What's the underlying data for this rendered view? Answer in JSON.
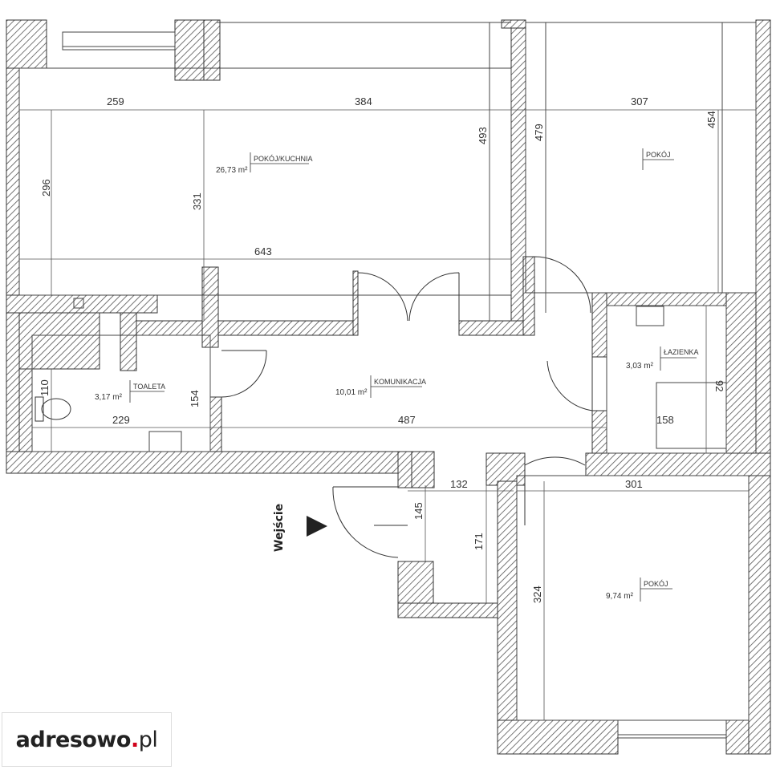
{
  "rooms": [
    {
      "id": "pokoj-kuchnia",
      "name": "POKÓJ/KUCHNIA",
      "area": "26,73 m²"
    },
    {
      "id": "pokoj-top",
      "name": "POKÓJ",
      "area": ""
    },
    {
      "id": "toaleta",
      "name": "TOALETA",
      "area": "3,17 m²"
    },
    {
      "id": "komunikacja",
      "name": "KOMUNIKACJA",
      "area": "10,01 m²"
    },
    {
      "id": "lazienka",
      "name": "ŁAZIENKA",
      "area": "3,03 m²"
    },
    {
      "id": "pokoj-bottom",
      "name": "POKÓJ",
      "area": "9,74 m²"
    }
  ],
  "dimensions": {
    "d259": "259",
    "d384": "384",
    "d307": "307",
    "d493": "493",
    "d479": "479",
    "d454": "454",
    "d296": "296",
    "d331": "331",
    "d643": "643",
    "d110": "110",
    "d154": "154",
    "d229": "229",
    "d487": "487",
    "d92": "92",
    "d158": "158",
    "d132": "132",
    "d145": "145",
    "d171": "171",
    "d301": "301",
    "d324": "324"
  },
  "entrance_label": "Wejście",
  "logo": {
    "name": "adresowo",
    "dot": ".",
    "tld": "pl"
  },
  "colors": {
    "wall_hatch": "#555555",
    "line": "#333333",
    "background": "#ffffff"
  }
}
